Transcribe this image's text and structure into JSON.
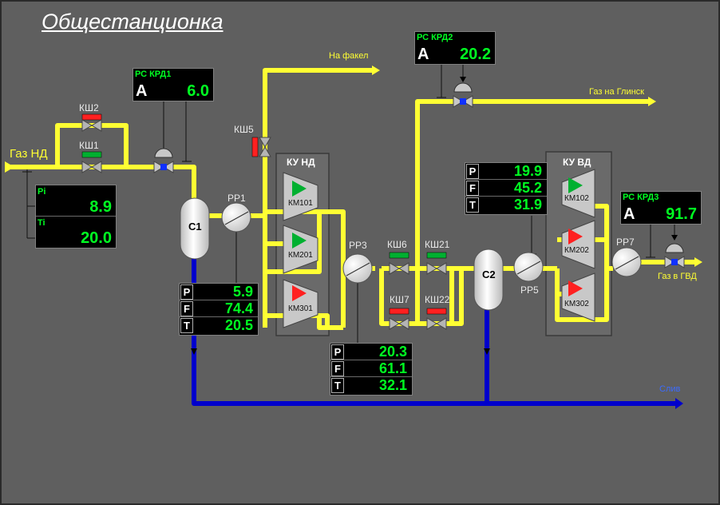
{
  "title": "Общестанционка",
  "labels": {
    "gas_nd": "Газ НД",
    "na_fakel": "На факел",
    "gaz_glinsk": "Газ на Глинск",
    "gaz_gvd": "Газ в ГВД",
    "sliv": "Слив",
    "ksh1": "КШ1",
    "ksh2": "КШ2",
    "ksh5": "КШ5",
    "ksh6": "КШ6",
    "ksh7": "КШ7",
    "ksh21": "КШ21",
    "ksh22": "КШ22",
    "rr1": "РР1",
    "rr3": "РР3",
    "rr5": "РР5",
    "rr7": "РР7",
    "c1": "С1",
    "c2": "С2",
    "ku_nd": "КУ НД",
    "ku_vd": "КУ ВД",
    "km101": "КМ101",
    "km201": "КМ201",
    "km301": "КМ301",
    "km102": "КМ102",
    "km202": "КМ202",
    "km302": "КМ302"
  },
  "rs_krd1": {
    "title": "РС КРД1",
    "mode": "А",
    "value": "6.0"
  },
  "rs_krd2": {
    "title": "РС КРД2",
    "mode": "А",
    "value": "20.2"
  },
  "rs_krd3": {
    "title": "РС КРД3",
    "mode": "А",
    "value": "91.7"
  },
  "inlet": {
    "pi_label": "Pi",
    "pi_value": "8.9",
    "ti_label": "Ti",
    "ti_value": "20.0"
  },
  "panel_c1": {
    "p_label": "P",
    "p": "5.9",
    "f_label": "F",
    "f": "74.4",
    "t_label": "T",
    "t": "20.5"
  },
  "panel_rr3": {
    "p_label": "P",
    "p": "20.3",
    "f_label": "F",
    "f": "61.1",
    "t_label": "T",
    "t": "32.1"
  },
  "panel_vd": {
    "p_label": "P",
    "p": "19.9",
    "f_label": "F",
    "f": "45.2",
    "t_label": "T",
    "t": "31.9"
  },
  "colors": {
    "gas_pipe": "#ffff33",
    "drain_pipe": "#0000cc",
    "valve_open": "#00b030",
    "valve_closed": "#ff2020",
    "value": "#00ff22",
    "background": "#5f5f5f"
  },
  "valve_states": {
    "ksh1": "open",
    "ksh2": "closed",
    "ksh5": "closed",
    "ksh6": "open",
    "ksh21": "open",
    "ksh7": "closed",
    "ksh22": "closed"
  },
  "compressor_states": {
    "km101": "run",
    "km201": "run",
    "km301": "stop",
    "km102": "run",
    "km202": "stop",
    "km302": "stop"
  }
}
